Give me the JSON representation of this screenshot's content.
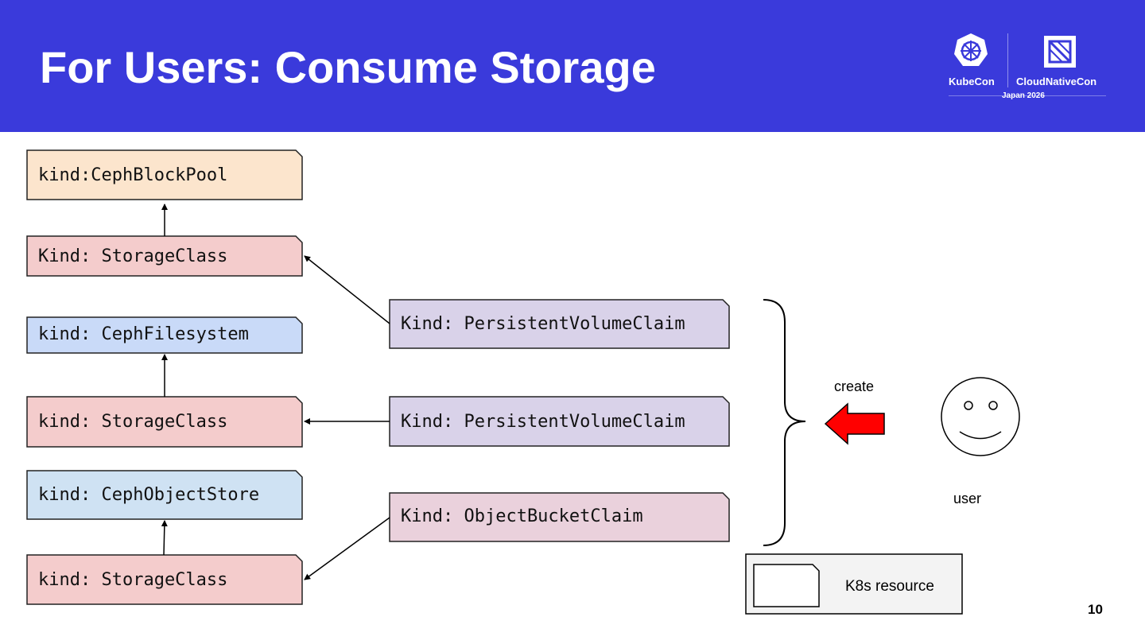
{
  "slide": {
    "title": "For Users: Consume Storage",
    "page_number": "10",
    "header_color": "#3a3adb"
  },
  "logo": {
    "left_text": "KubeCon",
    "right_text": "CloudNativeCon",
    "sub_text": "Japan 2026"
  },
  "nodes": {
    "cephblockpool": {
      "label": "kind:CephBlockPool",
      "color": "#fce5cd"
    },
    "storageclass_block": {
      "label": "Kind: StorageClass",
      "color": "#f4cccc"
    },
    "cephfilesystem": {
      "label": "kind: CephFilesystem",
      "color": "#c9daf8"
    },
    "storageclass_fs": {
      "label": "kind: StorageClass",
      "color": "#f4cccc"
    },
    "cephobjectstore": {
      "label": "kind: CephObjectStore",
      "color": "#cfe2f3"
    },
    "storageclass_obj": {
      "label": "kind: StorageClass",
      "color": "#f4cccc"
    },
    "pvc_block": {
      "label": "Kind: PersistentVolumeClaim",
      "color": "#d9d2e9"
    },
    "pvc_fs": {
      "label": "Kind: PersistentVolumeClaim",
      "color": "#d9d2e9"
    },
    "obc": {
      "label": "Kind: ObjectBucketClaim",
      "color": "#ead1dc"
    }
  },
  "create_label": "create",
  "user_label": "user",
  "legend": {
    "label": "K8s resource"
  },
  "icons": [
    "kubernetes-wheel-icon",
    "cncf-icon",
    "smiley-user-icon",
    "red-arrow-icon"
  ]
}
